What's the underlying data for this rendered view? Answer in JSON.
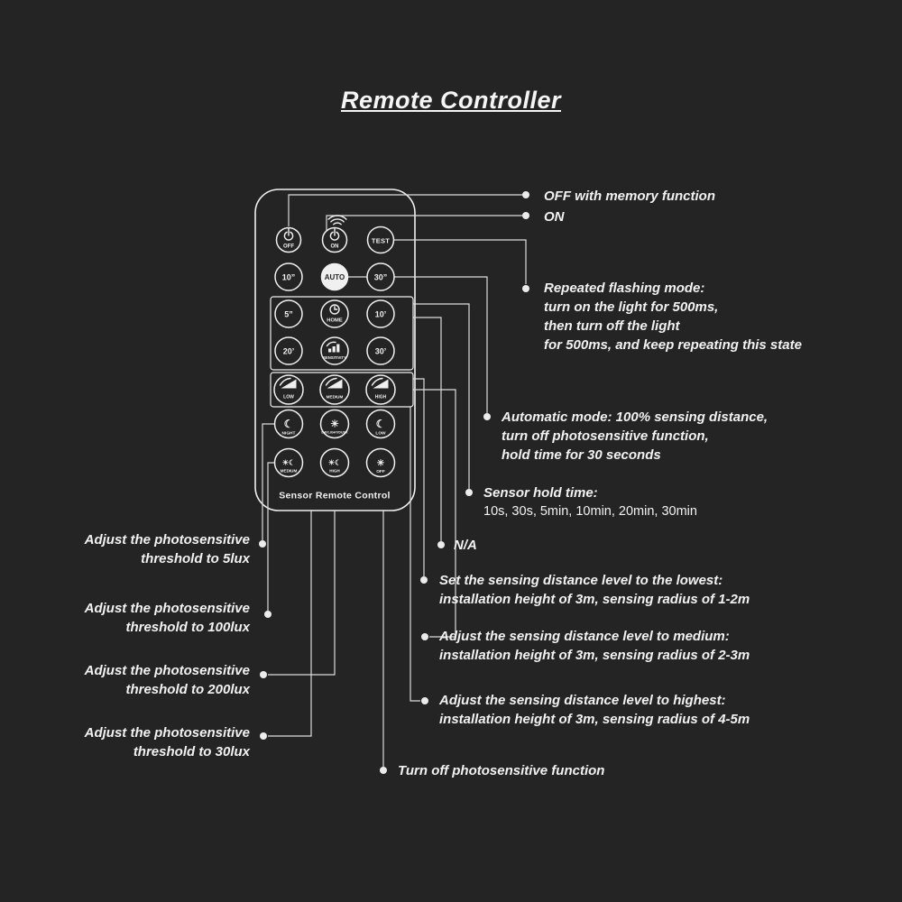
{
  "page": {
    "title": "Remote Controller",
    "background": "#242424",
    "line_color": "#dcdcdc",
    "text_color": "#f2f2f2"
  },
  "icons": {
    "moon": "☾",
    "sun": "☀",
    "sun_moon": "☀☾",
    "power": "power-symbol",
    "wifi": "signal-waves",
    "clock": "clock-face",
    "wedge": "ascending-wedge"
  },
  "remote": {
    "label": "Sensor Remote Control",
    "buttons": {
      "off": "OFF",
      "on": "ON",
      "test": "TEST",
      "s10": "10”",
      "auto": "AUTO",
      "s30": "30”",
      "m5": "5”",
      "home": "HOME",
      "m10": "10’",
      "m20": "20’",
      "sensitivity": "SENSITIVITY",
      "m30": "30’",
      "dist_low": "LOW",
      "dist_medium": "MEDIUM",
      "dist_high": "HIGH",
      "night": "NIGHT",
      "daylight": "DAYLIGHT/DUSK",
      "lux_low": "LOW",
      "lux_medium": "MEDIUM",
      "lux_high": "HIGH",
      "lux_off": "OFF"
    }
  },
  "annotations": {
    "right": {
      "off_memory": "OFF with memory function",
      "on": "ON",
      "flashing_1": "Repeated flashing mode:",
      "flashing_2": "turn on the light for 500ms,",
      "flashing_3": "then turn off the light",
      "flashing_4": "for 500ms, and keep repeating this state",
      "auto_1": "Automatic mode: 100% sensing distance,",
      "auto_2": "turn off photosensitive function,",
      "auto_3": "hold time for 30 seconds",
      "hold_title": "Sensor hold time:",
      "hold_values": "10s, 30s, 5min, 10min, 20min, 30min",
      "na": "N/A",
      "dist_low_1": "Set the sensing distance level to the lowest:",
      "dist_low_2": "installation height of 3m, sensing radius of 1-2m",
      "dist_medium_1": "Adjust the sensing distance level to medium:",
      "dist_medium_2": "installation height of 3m, sensing radius of 2-3m",
      "dist_high_1": "Adjust the sensing distance level to highest:",
      "dist_high_2": "installation height of 3m, sensing radius of 4-5m",
      "photo_off": "Turn off photosensitive function"
    },
    "left": {
      "lux5_1": "Adjust the photosensitive",
      "lux5_2": "threshold to 5lux",
      "lux100_1": "Adjust the photosensitive",
      "lux100_2": "threshold to 100lux",
      "lux200_1": "Adjust the photosensitive",
      "lux200_2": "threshold to 200lux",
      "lux30_1": "Adjust the photosensitive",
      "lux30_2": "threshold to 30lux"
    }
  }
}
